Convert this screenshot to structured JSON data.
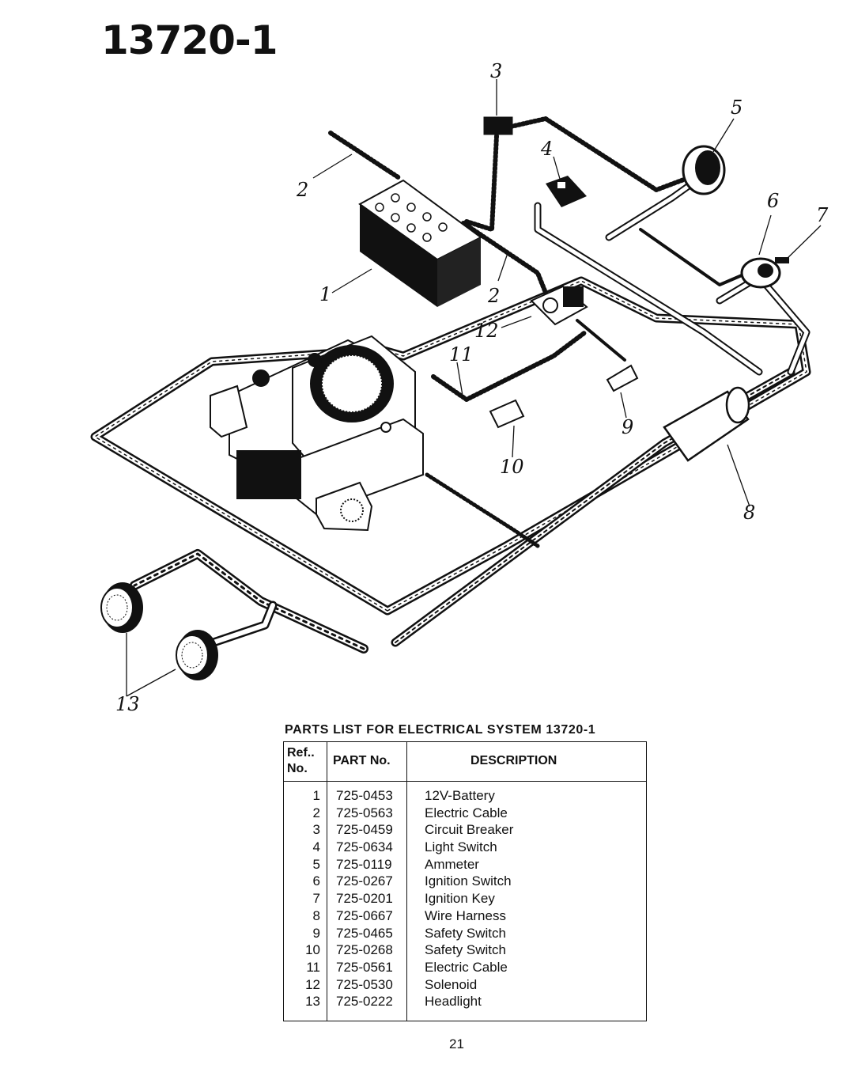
{
  "page": {
    "title": "13720-1",
    "number": "21"
  },
  "diagram": {
    "callouts": [
      "1",
      "2",
      "2",
      "3",
      "4",
      "5",
      "6",
      "7",
      "8",
      "9",
      "10",
      "11",
      "12",
      "13"
    ]
  },
  "parts_list": {
    "heading": "PARTS LIST FOR ELECTRICAL SYSTEM  13720-1",
    "headers": {
      "ref_line1": "Ref..",
      "ref_line2": "No.",
      "part": "PART No.",
      "description": "DESCRIPTION"
    },
    "rows": [
      {
        "ref": "1",
        "part": "725-0453",
        "description": "12V-Battery"
      },
      {
        "ref": "2",
        "part": "725-0563",
        "description": "Electric Cable"
      },
      {
        "ref": "3",
        "part": "725-0459",
        "description": "Circuit Breaker"
      },
      {
        "ref": "4",
        "part": "725-0634",
        "description": "Light Switch"
      },
      {
        "ref": "5",
        "part": "725-0119",
        "description": "Ammeter"
      },
      {
        "ref": "6",
        "part": "725-0267",
        "description": "Ignition Switch"
      },
      {
        "ref": "7",
        "part": "725-0201",
        "description": "Ignition Key"
      },
      {
        "ref": "8",
        "part": "725-0667",
        "description": "Wire Harness"
      },
      {
        "ref": "9",
        "part": "725-0465",
        "description": "Safety Switch"
      },
      {
        "ref": "10",
        "part": "725-0268",
        "description": "Safety Switch"
      },
      {
        "ref": "11",
        "part": "725-0561",
        "description": "Electric Cable"
      },
      {
        "ref": "12",
        "part": "725-0530",
        "description": "Solenoid"
      },
      {
        "ref": "13",
        "part": "725-0222",
        "description": "Headlight"
      }
    ]
  }
}
